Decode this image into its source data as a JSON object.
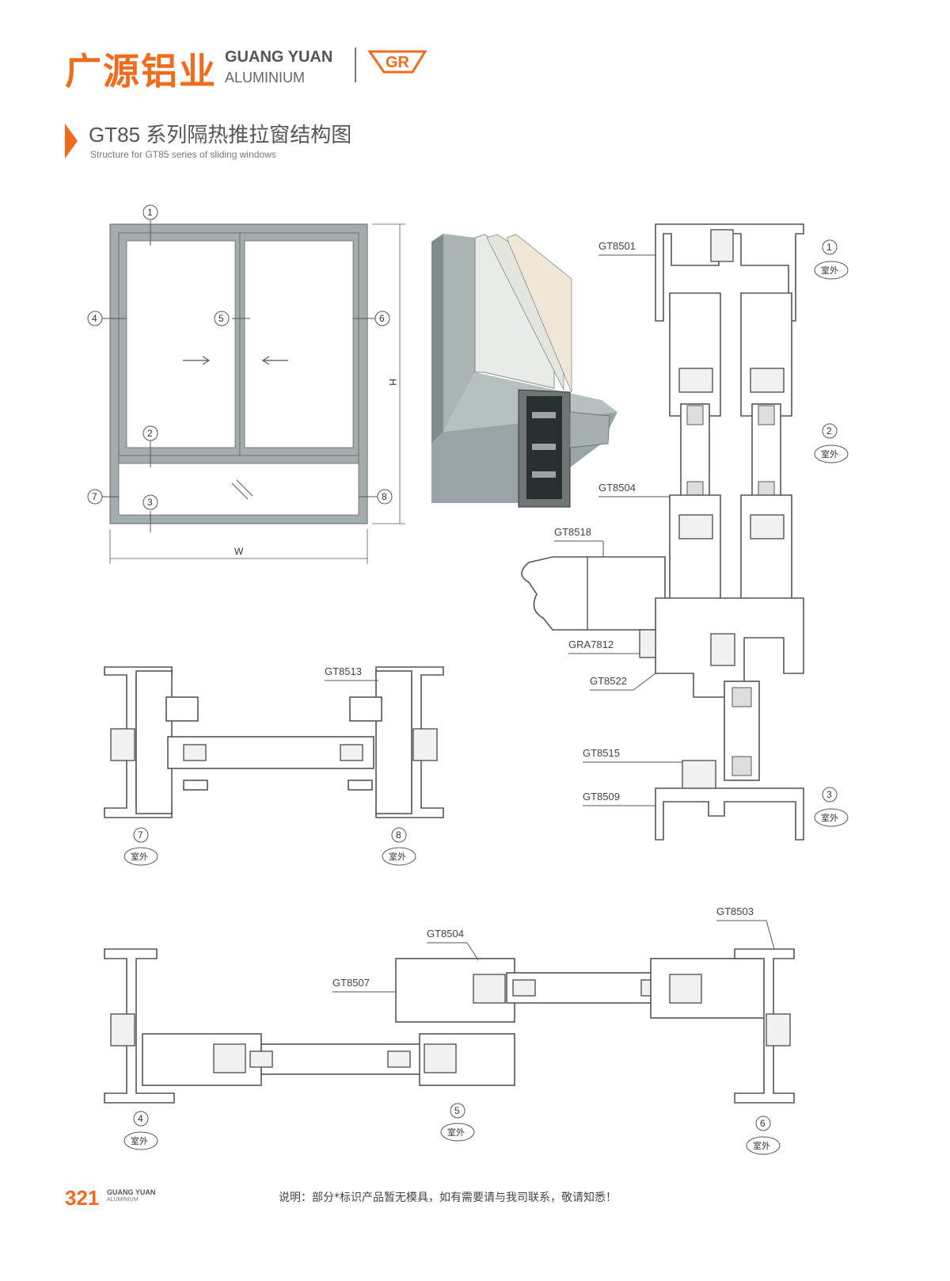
{
  "header": {
    "brand_cn": "广源铝业",
    "brand_en_line1": "GUANG YUAN",
    "brand_en_line2": "ALUMINIUM",
    "logo_text": "GR",
    "title": "GT85 系列隔热推拉窗结构图",
    "subtitle": "Structure for GT85 series of sliding windows"
  },
  "elevation": {
    "callouts": [
      "1",
      "2",
      "3",
      "4",
      "5",
      "6",
      "7",
      "8"
    ],
    "dim_width": "W",
    "dim_height": "H"
  },
  "profiles": {
    "p8501": "GT8501",
    "p8504": "GT8504",
    "p8518": "GT8518",
    "p7812": "GRA7812",
    "p8522": "GT8522",
    "p8515": "GT8515",
    "p8509": "GT8509",
    "p8513": "GT8513",
    "p8507": "GT8507",
    "p8503": "GT8503"
  },
  "outdoor_tag": "室外",
  "footer": {
    "page_number": "321",
    "brand_line1": "GUANG YUAN",
    "brand_line2": "ALUMINIUM",
    "note": "说明：部分*标识产品暂无模具，如有需要请与我司联系，敬请知悉！"
  },
  "colors": {
    "brand_orange": "#ef6c1f",
    "frame_gray": "#8d9a9b"
  }
}
